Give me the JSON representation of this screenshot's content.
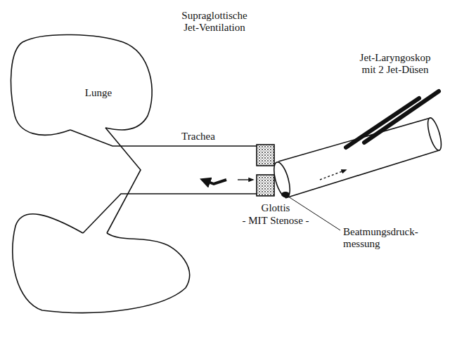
{
  "diagram": {
    "title": "Supraglottische Jet-Ventilation",
    "labels": [
      "Lunge",
      "Trachea",
      "Glottis",
      "- MIT Stenose -",
      "Jet-Laryngoskop mit 2 Jet-Düsen",
      "Beatmungsdruck- messung"
    ]
  }
}
